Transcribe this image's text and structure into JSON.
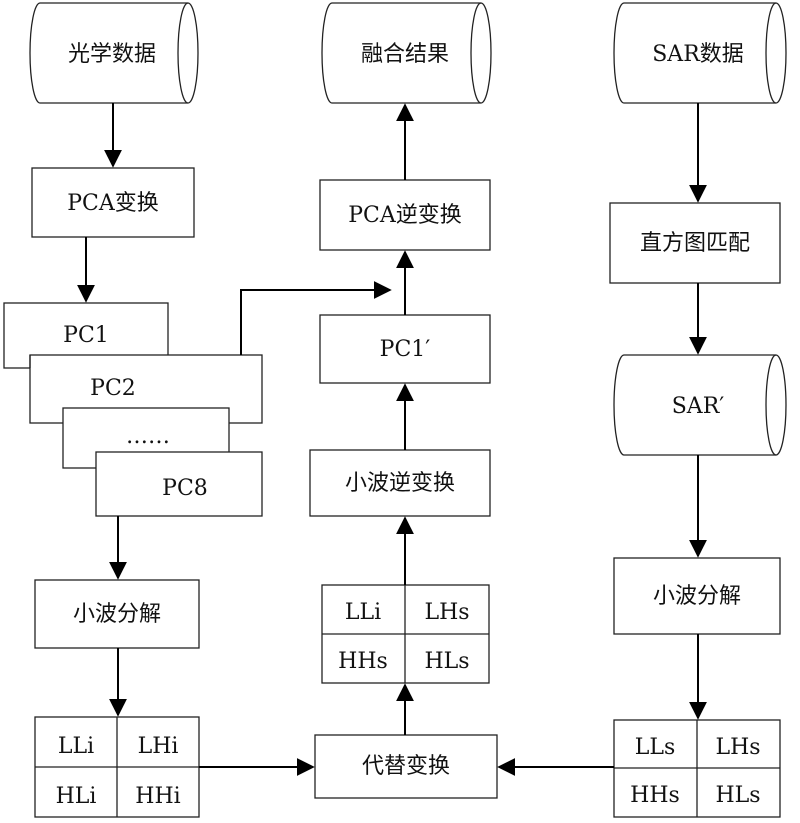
{
  "nodes": {
    "optical_data": "光学数据",
    "fusion_result": "融合结果",
    "sar_data": "SAR数据",
    "pca_transform": "PCA变换",
    "pca_inverse": "PCA逆变换",
    "histogram_match": "直方图匹配",
    "pc1": "PC1",
    "pc2": "PC2",
    "pc_ellipsis": "……",
    "pc8": "PC8",
    "pc1_prime": "PC1′",
    "sar_prime": "SAR′",
    "wavelet_inverse": "小波逆变换",
    "wavelet_decomp_left": "小波分解",
    "wavelet_decomp_right": "小波分解",
    "substitution": "代替变换"
  },
  "grids": {
    "left": [
      "LLi",
      "LHi",
      "HLi",
      "HHi"
    ],
    "middle": [
      "LLi",
      "LHs",
      "HHs",
      "HLs"
    ],
    "right": [
      "LLs",
      "LHs",
      "HHs",
      "HLs"
    ]
  }
}
